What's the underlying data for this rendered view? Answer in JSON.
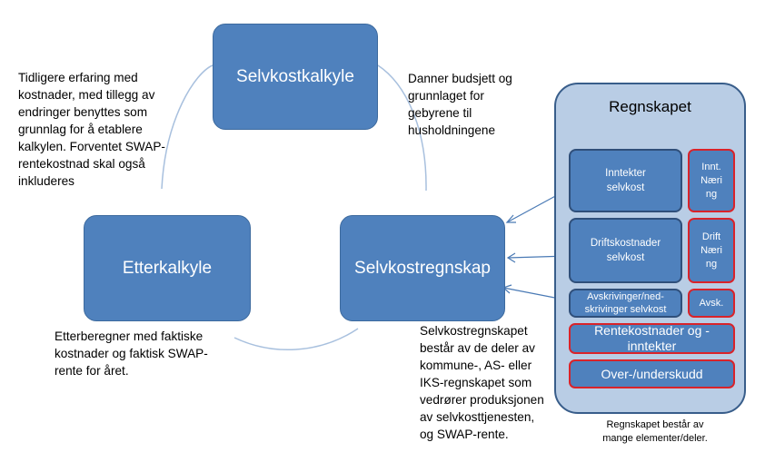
{
  "nodes": {
    "selvkostkalkyle": "Selvkostkalkyle",
    "etterkalkyle": "Etterkalkyle",
    "selvkostregnskap": "Selvkostregnskap"
  },
  "notes": {
    "top_left": "Tidligere erfaring med\nkostnader, med tillegg  av\nendringer benyttes som\ngrunnlag for å etablere\nkalkylen. Forventet SWAP-\nrentekostnad skal også\ninkluderes",
    "top_right": "Danner budsjett og\ngrunnlaget for\ngebyrene til\nhusholdningene",
    "bottom_left": "Etterberegner med faktiske\nkostnader og faktisk SWAP-\nrente for året.",
    "bottom_mid": "Selvkostregnskapet\nbestår av de deler av\nkommune-, AS- eller\nIKS-regnskapet som\nvedrører produksjonen\nav selvkosttjenesten,\nog SWAP-rente."
  },
  "regnskapet": {
    "title": "Regnskapet",
    "inntekter": "Inntekter\nselvkost",
    "innt_naering": "Innt.\nNæri\nng",
    "drift": "Driftskostnader\nselvkost",
    "drift_naering": "Drift\nNæri\nng",
    "avskrivinger": "Avskrivinger/ned-\nskrivinger selvkost",
    "avsk": "Avsk.",
    "rente": "Rentekostnader og -\ninntekter",
    "over_under": "Over-/underskudd",
    "caption": "Regnskapet består av\nmange elementer/deler."
  },
  "colors": {
    "node_fill": "#4f81bd",
    "cycle_line": "#a8c0de",
    "panel_fill": "#b9cde5",
    "panel_border": "#385d8a",
    "highlight_border": "#d9232a",
    "arrow": "#4a7ab5"
  }
}
